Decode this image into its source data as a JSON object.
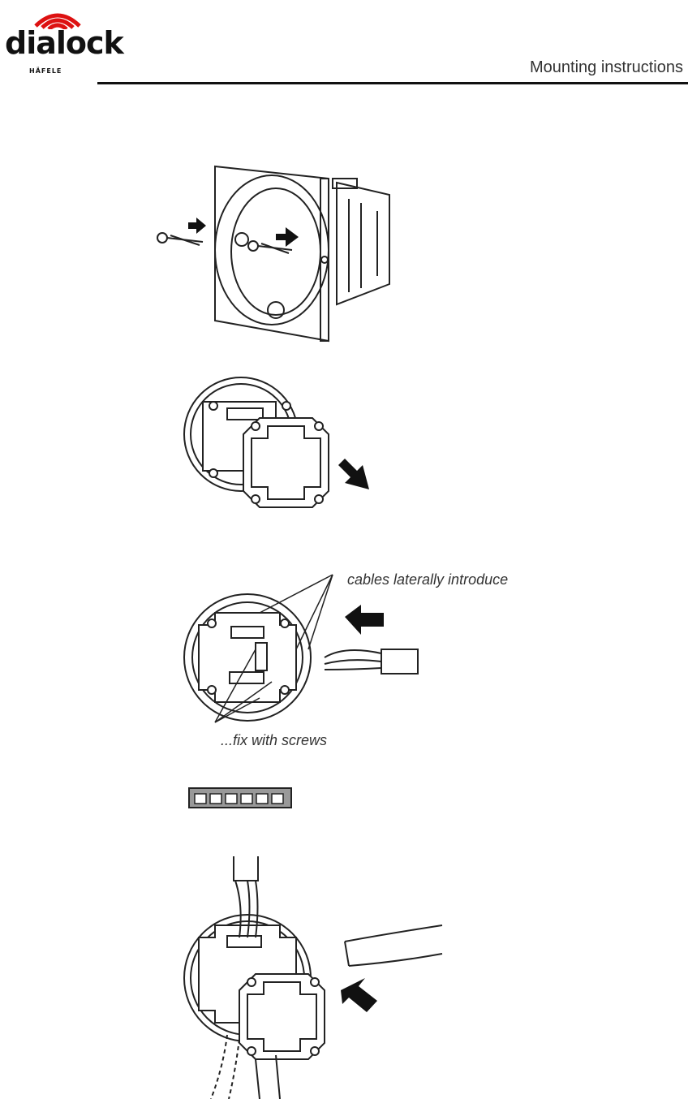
{
  "header": {
    "logo_word": "dialock",
    "logo_sub": "HÄFELE",
    "title": "Mounting instructions"
  },
  "figures": {
    "fig3": {
      "caption_top": "cables laterally introduce",
      "caption_bottom": "...fix with screws"
    }
  },
  "icons": [
    "screw-icon",
    "arrow-icon",
    "terminal-block-icon",
    "cable-icon"
  ]
}
